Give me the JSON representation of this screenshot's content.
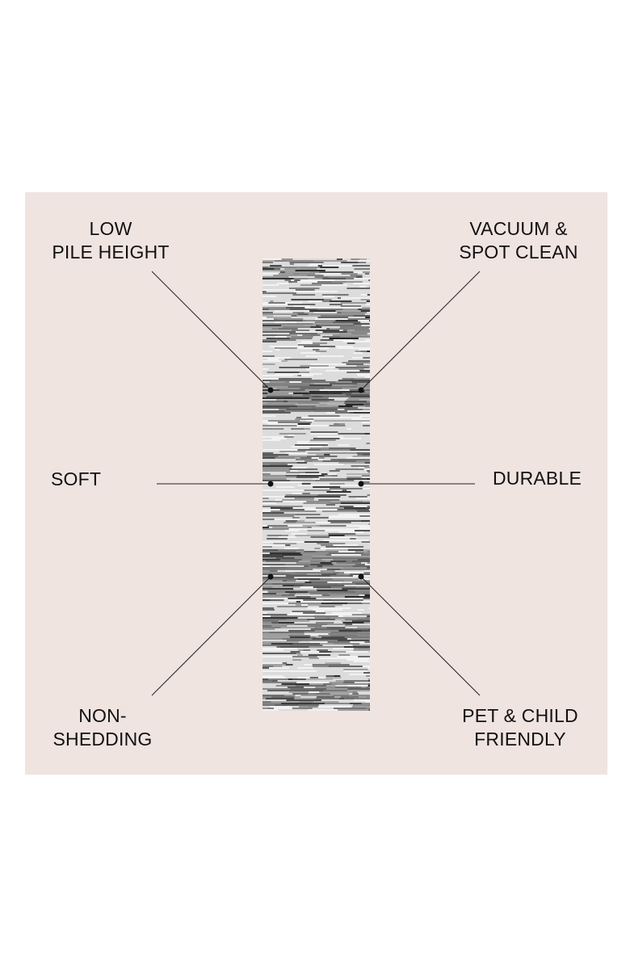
{
  "features": {
    "low_pile_height": [
      "LOW",
      "PILE HEIGHT"
    ],
    "vacuum_spot_clean": [
      "VACUUM &",
      "SPOT CLEAN"
    ],
    "soft": [
      "SOFT"
    ],
    "durable": [
      "DURABLE"
    ],
    "non_shedding": [
      "NON-",
      "SHEDDING"
    ],
    "pet_child_friendly": [
      "PET & CHILD",
      "FRIENDLY"
    ]
  },
  "colors": {
    "panel": "#efe4e0",
    "text": "#111111",
    "line": "#222222"
  },
  "image": "rug-runner-image"
}
